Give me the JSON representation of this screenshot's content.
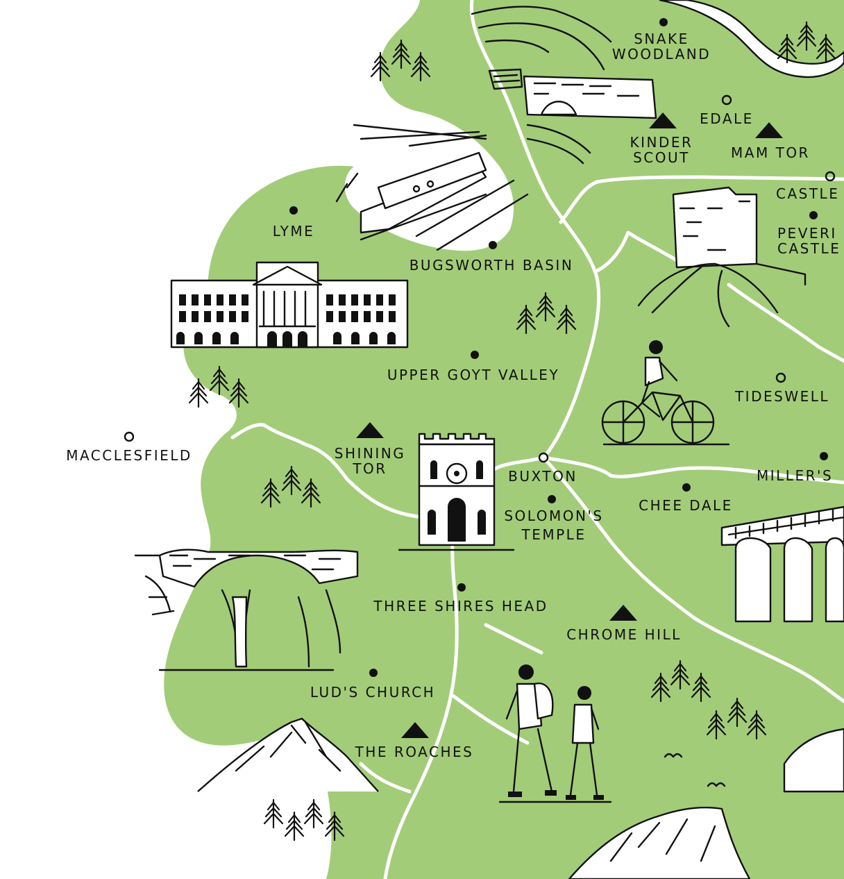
{
  "colors": {
    "land": "#a3cc79",
    "background": "#ffffff",
    "ink": "#111111",
    "road": "#ffffff"
  },
  "places": {
    "snake_woodland": [
      "SNAKE",
      "WOODLAND"
    ],
    "edale": "EDALE",
    "kinder_scout": [
      "KINDER",
      "SCOUT"
    ],
    "mam_tor": "MAM TOR",
    "castleton": "CASTLE",
    "peveril_castle": [
      "PEVERI",
      "CASTLE"
    ],
    "lyme": "LYME",
    "bugsworth_basin": "BUGSWORTH BASIN",
    "upper_goyt_valley": "UPPER GOYT VALLEY",
    "tideswell": "TIDESWELL",
    "macclesfield": "MACCLESFIELD",
    "shining_tor": [
      "SHINING",
      "TOR"
    ],
    "buxton": "BUXTON",
    "millers_dale": "MILLER'S",
    "chee_dale": "CHEE DALE",
    "solomons_temple": [
      "SOLOMON'S",
      "TEMPLE"
    ],
    "three_shires_head": "THREE SHIRES HEAD",
    "chrome_hill": "CHROME HILL",
    "luds_church": "LUD'S CHURCH",
    "the_roaches": "THE ROACHES"
  },
  "illustrations": [
    "canal-boat-icon",
    "bridge-icon",
    "lyme-hall-icon",
    "peveril-castle-icon",
    "cyclist-icon",
    "solomons-temple-icon",
    "viaduct-icon",
    "stone-bridge-waterfall-icon",
    "hikers-icon",
    "mountain-peak-icon",
    "pine-trees-icon",
    "birds-icon"
  ]
}
